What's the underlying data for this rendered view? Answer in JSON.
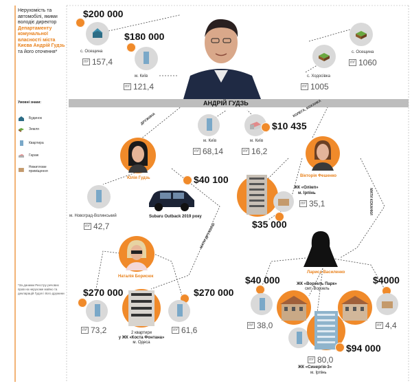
{
  "intro": {
    "text_before": "Нерухомість та автомобілі, якими володіє директор",
    "highlight": "Департаменту комунальної власності міста Києва Андрій Гудзь",
    "text_after": "та його оточення*"
  },
  "legend": {
    "title": "Умовні знаки:",
    "items": [
      {
        "icon": "house-icon",
        "label": "Будинок"
      },
      {
        "icon": "land-icon",
        "label": "Земля"
      },
      {
        "icon": "apartment-icon",
        "label": "Квартира"
      },
      {
        "icon": "garage-icon",
        "label": "Гараж"
      },
      {
        "icon": "nonresidential-icon",
        "label": "Нежитлове приміщення"
      }
    ]
  },
  "footnote": "*За даними Реєстру речових прав на нерухоме майно та декларацій Гудзя і його дружини",
  "banner": {
    "name": "АНДРІЙ ГУДЗЬ"
  },
  "relations": {
    "wife": "ДРУЖИНА",
    "colleague": "КОЛЕГА, КОХАНКА",
    "mother_in_law": "МАТИ ДРУЖИНИ",
    "mother": "МАТИ КОХАНКИ"
  },
  "people": {
    "yulia": "Юлія Гудзь",
    "viktoria": "Вікторія Фешенко",
    "natalia": "Наталія Борисюк",
    "larysa": "Лариса Василенко"
  },
  "andrii_assets": [
    {
      "price": "$200 000",
      "location": "с. Осещина",
      "area": "157,4"
    },
    {
      "price": "$180 000",
      "location": "м. Київ",
      "area": "121,4"
    },
    {
      "location": "с. Ходосівка",
      "area": "1005"
    },
    {
      "location": "с. Осещина",
      "area": "1060"
    },
    {
      "location": "м. Київ",
      "area": "68,14"
    },
    {
      "price": "$10 435",
      "location": "м. Київ",
      "area": "16,2"
    }
  ],
  "yulia_assets": [
    {
      "location": "м. Новоград-Волинський",
      "area": "42,7"
    },
    {
      "price": "$40 100",
      "car": "Subaru Outback 2019 року"
    }
  ],
  "natalia_assets": [
    {
      "price": "$270 000",
      "area": "73,2"
    },
    {
      "price": "$270 000",
      "area": "61,6"
    },
    {
      "caption_1": "2 квартири",
      "caption_2": "у ЖК «Коста Фонтана»",
      "caption_3": "м. Одеса"
    }
  ],
  "viktoria_assets": [
    {
      "complex": "ЖК «Олімп»",
      "city": "м. Ірпінь",
      "area": "35,1",
      "price": "$35 000"
    }
  ],
  "larysa_assets": [
    {
      "price": "$40 000",
      "area": "38,0"
    },
    {
      "price": "$4000",
      "area": "4,4"
    },
    {
      "complex": "ЖК «Ворзель Парк»",
      "city": "смт. Ворзель"
    },
    {
      "price": "$94 000",
      "area": "80,0",
      "complex": "ЖК «Синергія-3»",
      "city": "м. Ірпінь"
    }
  ],
  "colors": {
    "accent": "#f08a2a",
    "banner": "#bdbdbd",
    "grey": "#d9d9d9"
  }
}
